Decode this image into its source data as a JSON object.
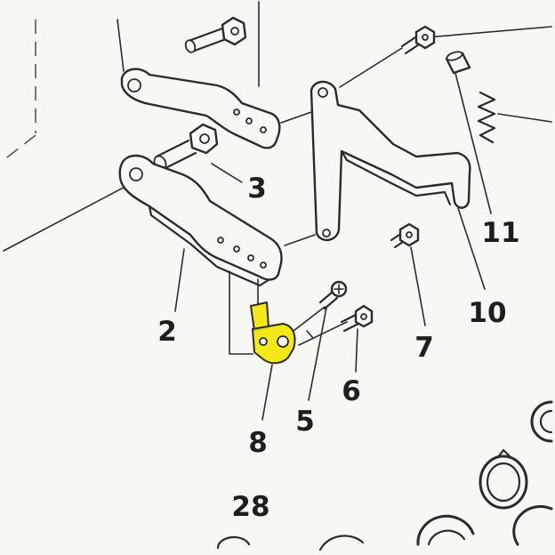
{
  "diagram": {
    "callouts": [
      {
        "label": "3",
        "highlighted": false
      },
      {
        "label": "11",
        "highlighted": false
      },
      {
        "label": "2",
        "highlighted": false
      },
      {
        "label": "10",
        "highlighted": false
      },
      {
        "label": "7",
        "highlighted": false
      },
      {
        "label": "5",
        "highlighted": false
      },
      {
        "label": "6",
        "highlighted": false
      },
      {
        "label": "8",
        "highlighted": true
      },
      {
        "label": "28",
        "highlighted": false
      }
    ]
  },
  "colors": {
    "background": "#f7f7f4",
    "line": "#2b2b2b",
    "highlight": "#f3e600"
  }
}
